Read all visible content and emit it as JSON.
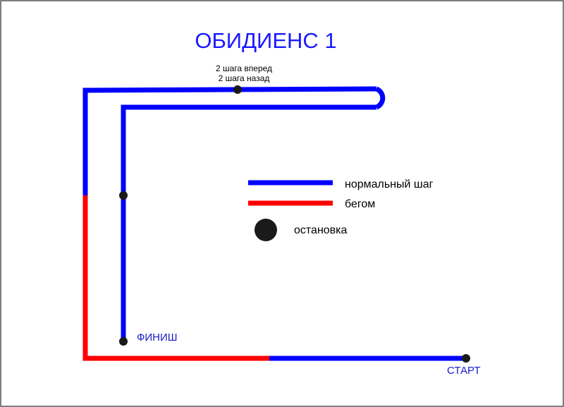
{
  "title": "ОБИДИЕНС 1",
  "annotations": {
    "step_line1": "2 шага вперед",
    "step_line2": "2 шага назад",
    "finish": "ФИНИШ",
    "start": "СТАРТ"
  },
  "legend": {
    "normal_label": "нормальный шаг",
    "run_label": "бегом",
    "stop_label": "остановка"
  },
  "colors": {
    "normal": "#0000ff",
    "run": "#ff0000",
    "stop": "#1a1a1a",
    "title": "#1a1aff",
    "marker_text": "#1a1acc",
    "text": "#000000",
    "frame": "#555555"
  }
}
